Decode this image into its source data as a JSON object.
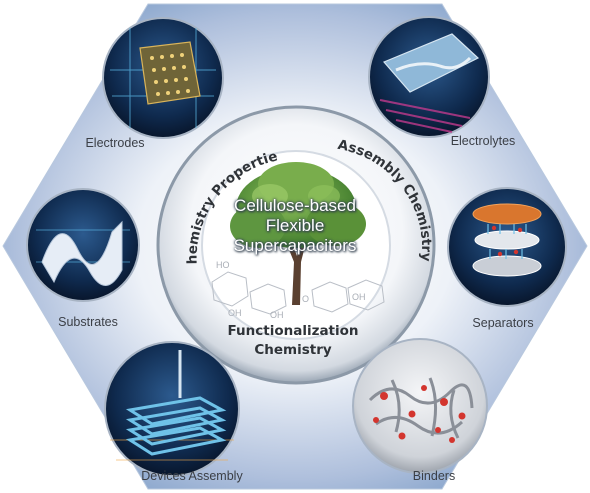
{
  "center": {
    "lines": [
      "Cellulose-based",
      "Flexible",
      "Supercapacitors"
    ]
  },
  "ring": {
    "left": "Chemistry Properties",
    "right": "Assembly Chemistry",
    "bottom": [
      "Functionalization",
      "Chemistry"
    ]
  },
  "items": [
    {
      "label": "Electrodes",
      "icon": "electrode-grid-icon",
      "accent": "#d9b45a"
    },
    {
      "label": "Electrolytes",
      "icon": "electrolyte-film-icon",
      "accent": "#c03a8c"
    },
    {
      "label": "Substrates",
      "icon": "flexible-substrate-icon",
      "accent": "#9fc4e6"
    },
    {
      "label": "Separators",
      "icon": "separator-stack-icon",
      "accent": "#d9762e"
    },
    {
      "label": "Devices Assembly",
      "icon": "device-stack-icon",
      "accent": "#6fc2e8"
    },
    {
      "label": "Binders",
      "icon": "binder-network-icon",
      "accent": "#d3352e"
    }
  ],
  "colors": {
    "hexagon_edge": "#7f9fc8",
    "hexagon_center": "#ffffff",
    "ring": "#8c99a8"
  }
}
